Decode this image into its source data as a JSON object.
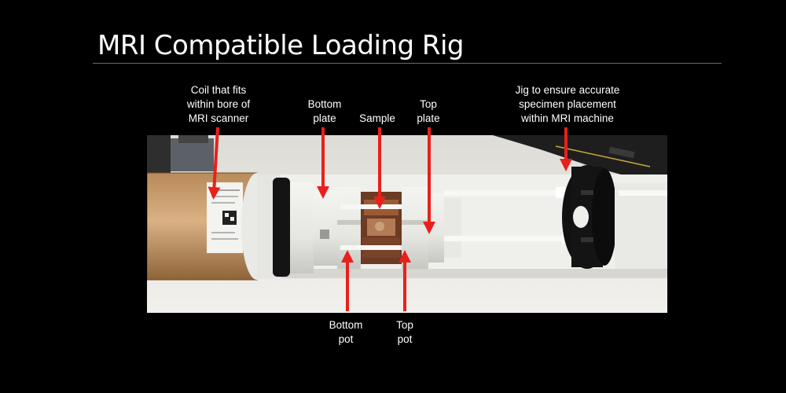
{
  "slide": {
    "title": "MRI Compatible Loading Rig"
  },
  "labels": {
    "coil": [
      "Coil that fits",
      "within bore of",
      "MRI scanner"
    ],
    "bottom_plate": [
      "Bottom",
      "plate"
    ],
    "sample": [
      "Sample"
    ],
    "top_plate": [
      "Top",
      "plate"
    ],
    "jig": [
      "Jig to ensure accurate",
      "specimen placement",
      "within MRI machine"
    ],
    "bottom_pot": [
      "Bottom",
      "pot"
    ],
    "top_pot": [
      "Top",
      "pot"
    ]
  },
  "colors": {
    "background": "#000000",
    "text": "#ffffff",
    "arrow": "#e8201c",
    "rule": "#6a6a6a"
  }
}
